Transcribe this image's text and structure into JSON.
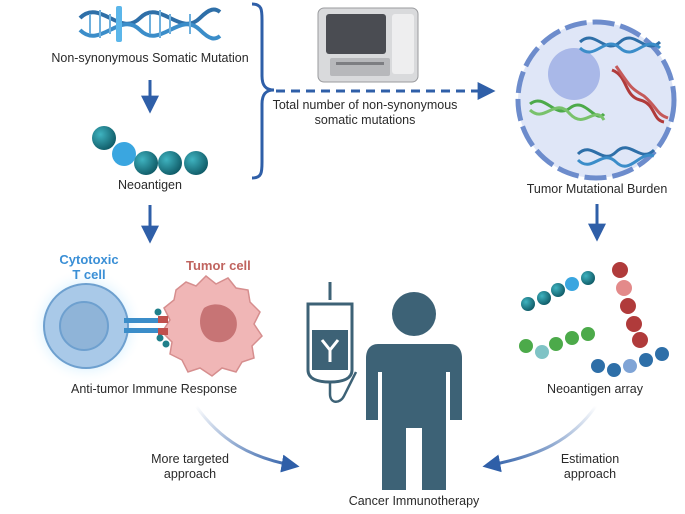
{
  "labels": {
    "mutation": "Non-synonymous Somatic Mutation",
    "neoantigen": "Neoantigen",
    "total_line1": "Total number of non-synonymous",
    "total_line2": "somatic mutations",
    "tmb": "Tumor Mutational Burden",
    "cytotoxic_line1": "Cytotoxic",
    "cytotoxic_line2": "T cell",
    "tumor_cell": "Tumor cell",
    "immune_response": "Anti-tumor Immune Response",
    "neoantigen_array": "Neoantigen array",
    "targeted_line1": "More targeted",
    "targeted_line2": "approach",
    "estimation_line1": "Estimation",
    "estimation_line2": "approach",
    "immunotherapy": "Cancer Immunotherapy"
  },
  "colors": {
    "arrow": "#2f5fa8",
    "dna_blue": "#2e6fa8",
    "dna_red": "#b03b3b",
    "dna_green": "#4caa4a",
    "bead_teal": "#1f7f8a",
    "bead_highlight": "#3aa6e0",
    "cell_body": "#dfe6f7",
    "cell_border": "#6d8ccc",
    "person": "#3d6276",
    "tcell": "#a9c9e8",
    "tumor": "#e8a0a0"
  },
  "icons": [
    "dna-helix-icon",
    "sequencer-icon",
    "iv-bag-icon",
    "antibody-icon",
    "person-icon"
  ]
}
